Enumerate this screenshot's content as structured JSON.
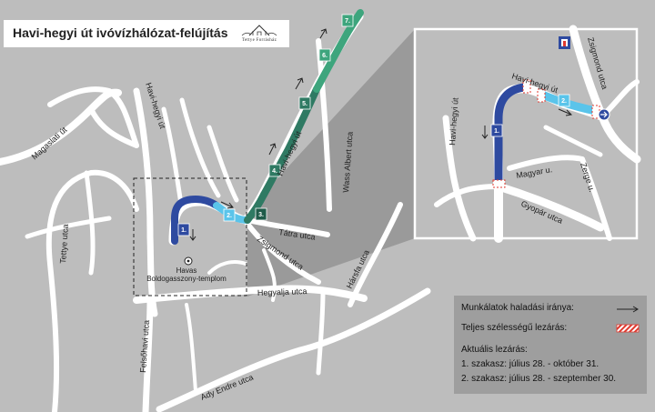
{
  "header": {
    "title": "Havi-hegyi út ivóvízhálózat-felújítás",
    "logo_text": "Tettye Forrásház"
  },
  "map": {
    "streets": {
      "magaslati": "Magaslati út",
      "havi_hegyi_main": "Havi-hegyi út",
      "tettye": "Tettye utca",
      "havi_hegyi_label2": "Havi-hegyi út",
      "wass_albert": "Wass Albert utca",
      "tatra": "Tátra utca",
      "zsigmond": "Zsigmond utca",
      "hegyalja": "Hegyalja utca",
      "harsfa": "Hársfa utca",
      "felsohavi": "Felsőhavi utca",
      "ady_endre": "Ady Endre utca"
    },
    "landmark": "Havas\nBoldogasszony-templom",
    "landmark_line1": "Havas",
    "landmark_line2": "Boldogasszony-templom",
    "segments": [
      "1.",
      "2.",
      "3.",
      "4.",
      "5.",
      "6.",
      "7."
    ]
  },
  "inset": {
    "streets": {
      "havi_hegyi_left": "Havi-hegyi út",
      "havi_hegyi_top": "Havi-hegyi út",
      "zsigmond": "Zsigmond utca",
      "magyar": "Magyar u.",
      "zerge": "Zerge u.",
      "gyopar": "Gyopár utca"
    },
    "segments": [
      "1.",
      "2."
    ]
  },
  "legend": {
    "direction_label": "Munkálatok haladási iránya:",
    "closure_label": "Teljes szélességű lezárás:",
    "current_title": "Aktuális lezárás:",
    "stage1": "1. szakasz:  július 28. - október 31.",
    "stage2": "2. szakasz:  július 28. - szeptember 30."
  },
  "colors": {
    "background": "#bdbdbd",
    "road": "#ffffff",
    "segment_dark_blue": "#2e4aa0",
    "segment_light_blue": "#5ac4ea",
    "segment_green": "#2f7a63",
    "segment_light_green": "#3ea57d",
    "inset_shadow": "#a8a8a8",
    "closure_red": "#e0392f"
  }
}
